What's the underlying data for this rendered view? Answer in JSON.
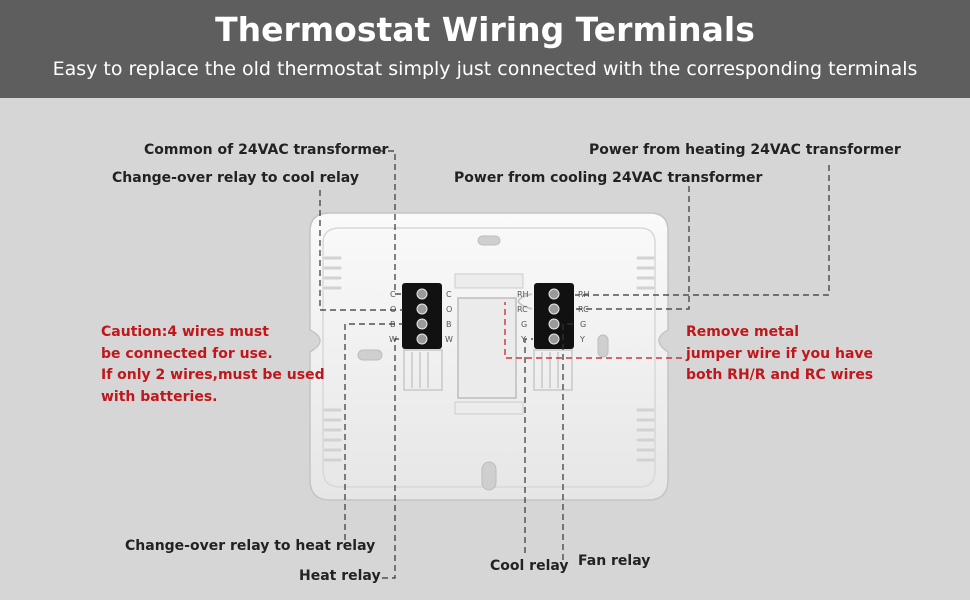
{
  "header": {
    "title": "Thermostat Wiring Terminals",
    "subtitle": "Easy to replace the old thermostat simply just connected with the corresponding terminals"
  },
  "callouts": {
    "common": "Common of 24VAC transformer",
    "changeover_cool": "Change-over relay to cool relay",
    "power_heating": "Power from heating 24VAC transformer",
    "power_cooling": "Power from cooling 24VAC transformer",
    "changeover_heat": "Change-over relay to heat relay",
    "heat_relay": "Heat relay",
    "cool_relay": "Cool relay",
    "fan_relay": "Fan relay"
  },
  "caution": {
    "line1": "Caution:4 wires must",
    "line2": "be connected for use.",
    "line3": "If only 2 wires,must be used",
    "line4": "with batteries."
  },
  "jumper_note": {
    "line1": "Remove metal",
    "line2": "jumper wire if you have",
    "line3": "both RH/R and RC wires"
  },
  "terminals": {
    "left_outer": [
      "C",
      "O",
      "B",
      "W"
    ],
    "left_inner": [
      "C",
      "O",
      "B",
      "W"
    ],
    "right_inner": [
      "RH",
      "RC",
      "G",
      "Y"
    ],
    "right_outer": [
      "RH",
      "RC",
      "G",
      "Y"
    ]
  },
  "colors": {
    "header_bg": "#5e5e5e",
    "background": "#d6d6d6",
    "warning_red": "#c0171c",
    "plate": "#f4f4f4",
    "terminal_block": "#111111"
  }
}
